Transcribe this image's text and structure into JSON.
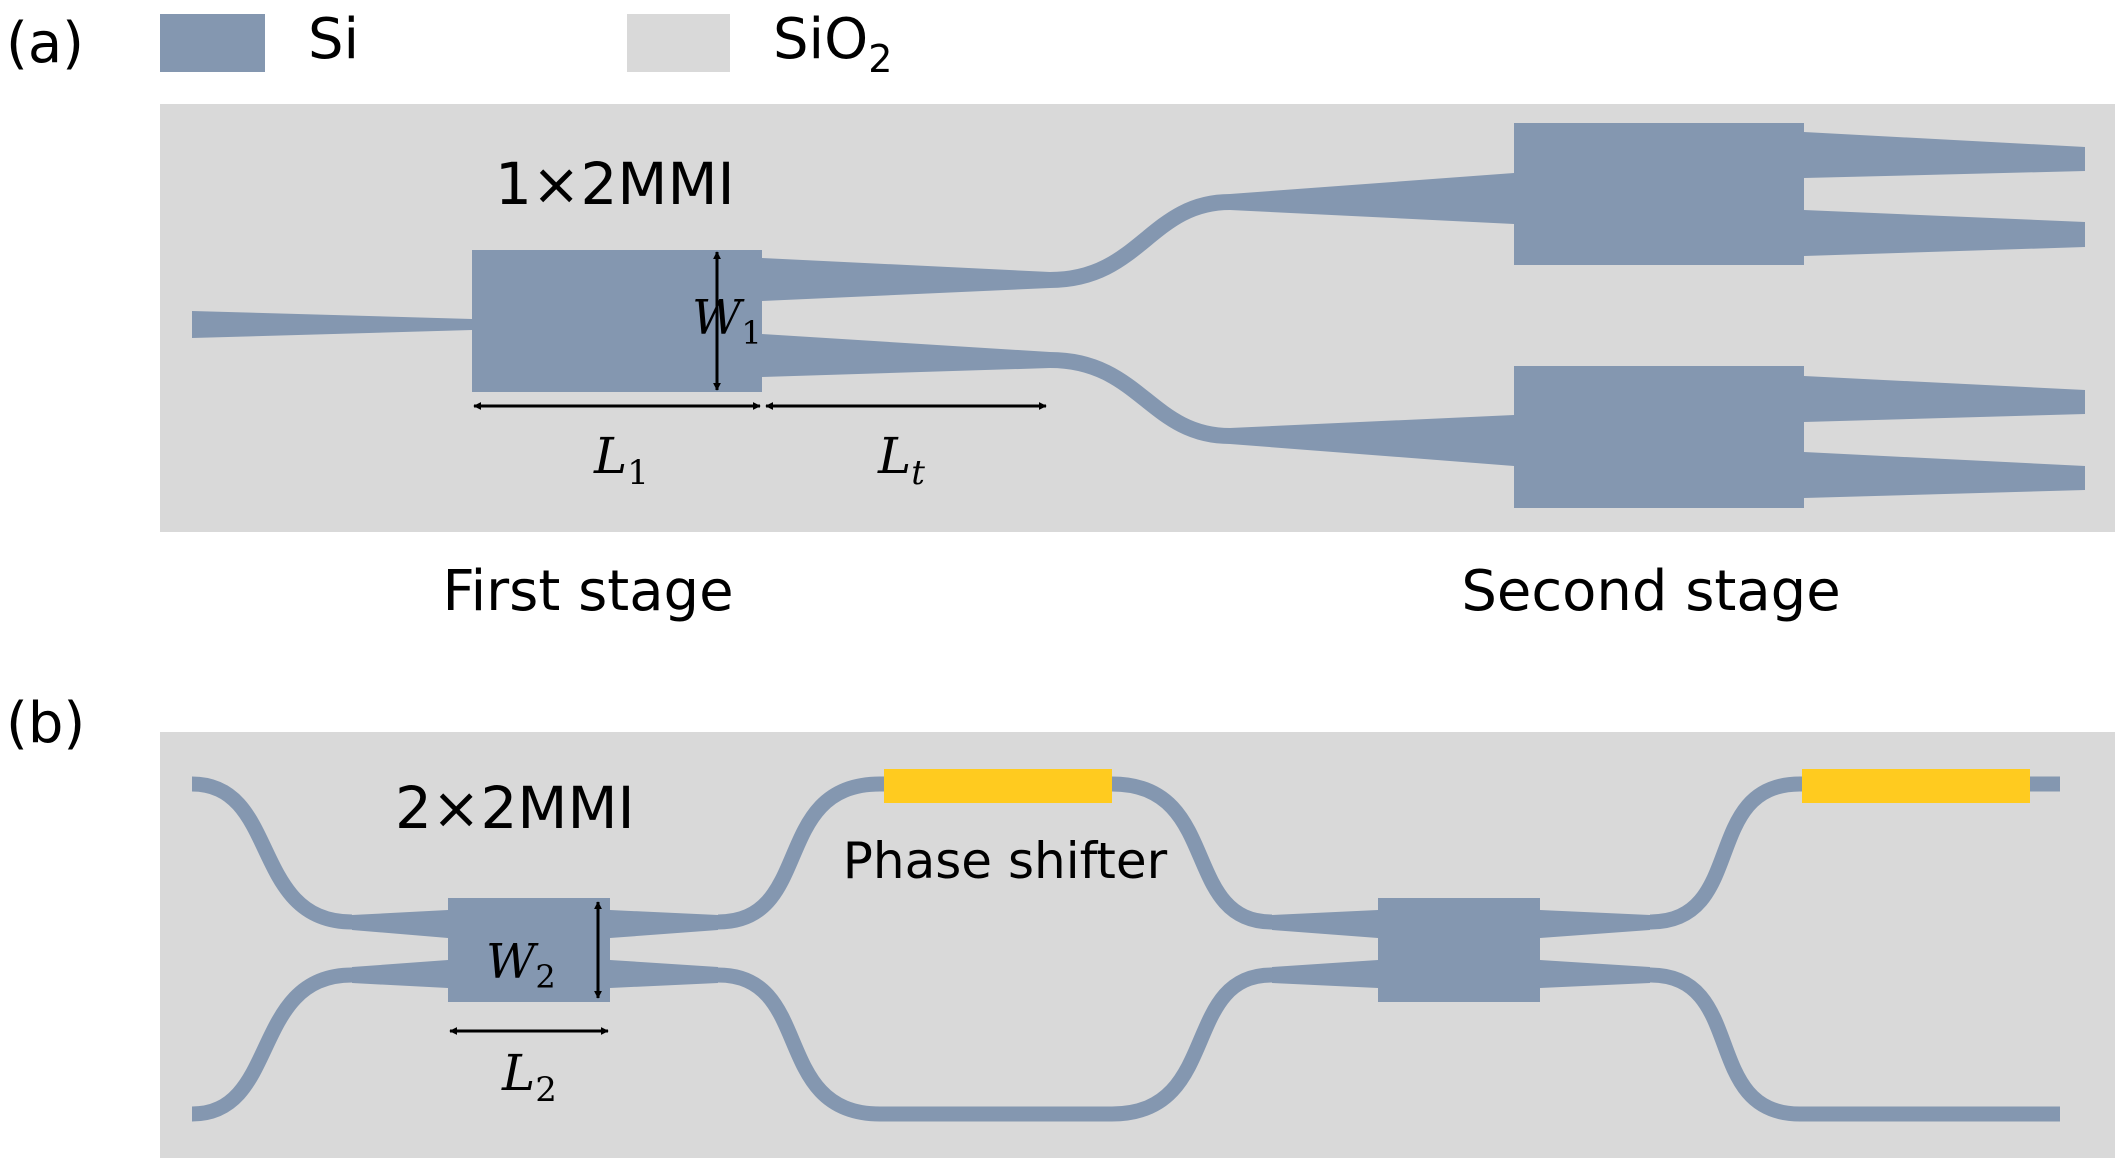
{
  "colors": {
    "silicon": "#8497B0",
    "oxide": "#D9D9D9",
    "heater": "#FFCB1F",
    "arrow": "#000000",
    "text": "#000000"
  },
  "panel_a": {
    "tag": "(a)",
    "device_label": "1×2MMI",
    "dims": {
      "w1": "W",
      "w1_sub": "1",
      "l1": "L",
      "l1_sub": "1",
      "lt": "L",
      "lt_sub": "t"
    },
    "first_stage": "First stage",
    "second_stage": "Second stage"
  },
  "legend": {
    "si": {
      "label": "Si"
    },
    "sio2": {
      "label": "SiO",
      "sub": "2"
    }
  },
  "panel_b": {
    "tag": "(b)",
    "device_label": "2×2MMI",
    "phase_shifter": "Phase shifter",
    "dims": {
      "w2": "W",
      "w2_sub": "2",
      "l2": "L",
      "l2_sub": "2"
    }
  }
}
